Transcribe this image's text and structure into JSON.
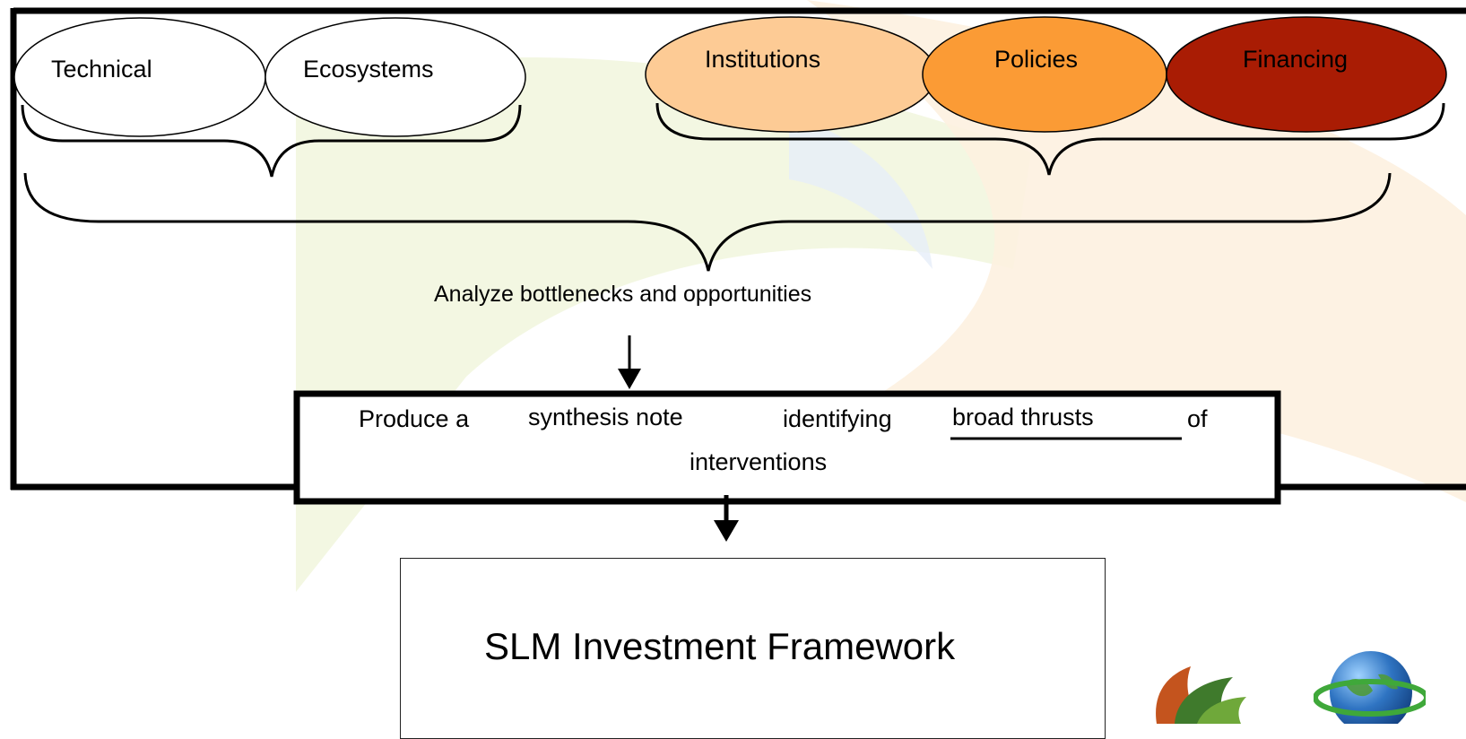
{
  "diagram": {
    "ovals": {
      "technical": "Technical",
      "ecosystems": "Ecosystems",
      "institutions": "Institutions",
      "policies": "Policies",
      "financing": "Financing"
    },
    "analyze_text": "Analyze bottlenecks and opportunities",
    "synthesis": {
      "part1": "Produce a",
      "part2": "synthesis note",
      "part3": "identifying",
      "part4": "broad thrusts",
      "part5": "of",
      "part6": "interventions"
    },
    "output_box": {
      "title": "SLM Investment Framework"
    }
  },
  "colors": {
    "institutions": "#FDCB95",
    "policies": "#FB9B35",
    "financing": "#A91C04",
    "outline": "#000000"
  },
  "icons": [
    "leaf-logo-icon",
    "globe-logo-icon"
  ]
}
